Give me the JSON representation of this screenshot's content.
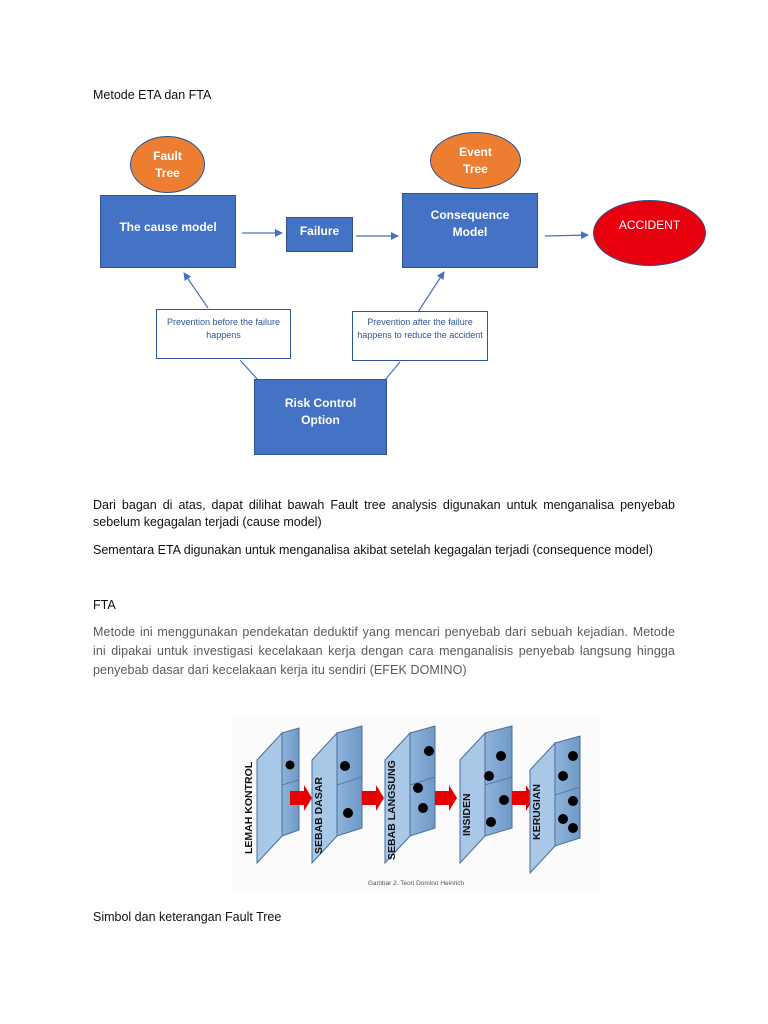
{
  "title": "Metode ETA dan FTA",
  "diagram": {
    "fault_tree_label": "Fault\nTree",
    "event_tree_label": "Event\nTree",
    "cause_model": "The cause model",
    "failure": "Failure",
    "consequence_model": "Consequence\nModel",
    "accident": "ACCIDENT",
    "prevention_before": "Prevention before the failure happens",
    "prevention_after": "Prevention after the failure happens to reduce the accident",
    "risk_control": "Risk Control\nOption",
    "colors": {
      "box_fill": "#4472c4",
      "oval_fill": "#ed7d31",
      "accident_fill": "#e8000f"
    }
  },
  "paragraph1": "Dari bagan di atas, dapat dilihat bawah Fault tree analysis digunakan untuk menganalisa penyebab sebelum kegagalan terjadi (cause model)",
  "paragraph2": "Sementara ETA digunakan untuk menganalisa akibat setelah kegagalan terjadi (consequence model)",
  "fta_heading": "FTA",
  "fta_paragraph": "Metode ini menggunakan pendekatan deduktif yang mencari penyebab dari sebuah kejadian. Metode ini dipakai untuk investigasi kecelakaan kerja dengan cara menganalisis penyebab langsung hingga penyebab dasar dari kecelakaan kerja itu sendiri (EFEK DOMINO)",
  "domino": {
    "tiles": [
      "LEMAH KONTROL",
      "SEBAB DASAR",
      "SEBAB LANGSUNG",
      "INSIDEN",
      "KERUGIAN"
    ],
    "caption": "Gambar 2. Teori Domino Heinrich"
  },
  "footer_heading": "Simbol dan keterangan Fault Tree"
}
